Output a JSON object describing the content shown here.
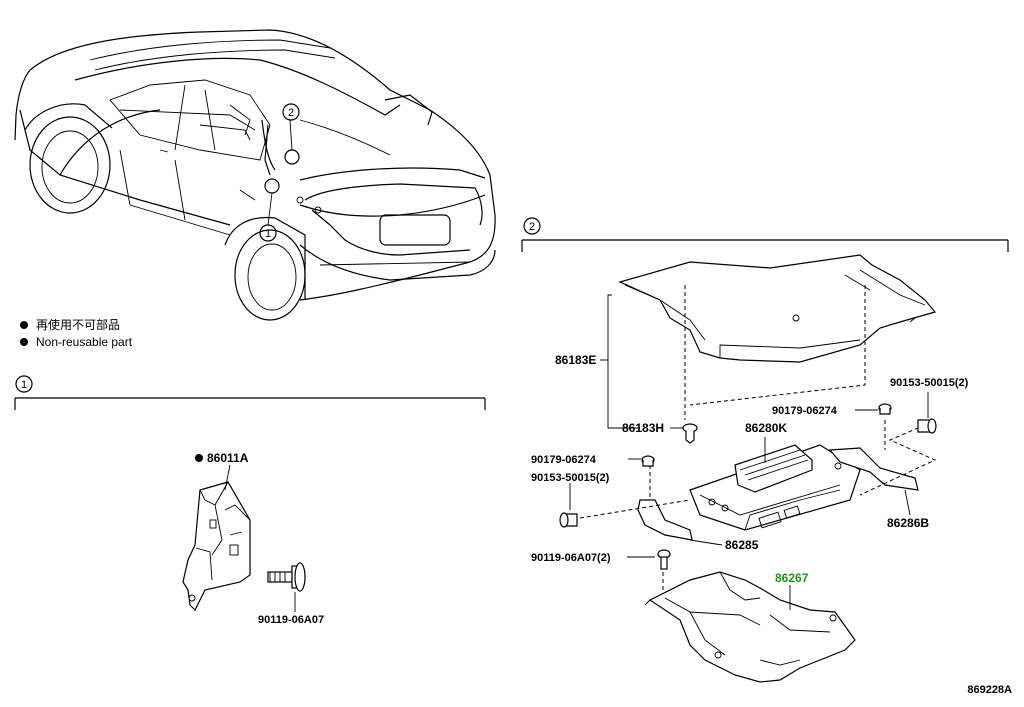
{
  "legend": {
    "jp": "再使用不可部品",
    "en": "Non-reusable part"
  },
  "sections": {
    "one_marker": "1",
    "two_marker": "2"
  },
  "vehicle_callouts": [
    "2",
    "1"
  ],
  "parts": {
    "p86011A": "86011A",
    "p90119_06A07": "90119-06A07",
    "p86183E": "86183E",
    "p86183H": "86183H",
    "p86280K": "86280K",
    "p90179_06274_right": "90179-06274",
    "p90153_50015_right": "90153-50015(2)",
    "p90179_06274_left": "90179-06274",
    "p90153_50015_left": "90153-50015(2)",
    "p86286B": "86286B",
    "p86285": "86285",
    "p90119_06A07_2": "90119-06A07(2)",
    "p86267": "86267"
  },
  "colors": {
    "highlight": "#1a9a1a",
    "ink": "#000000"
  },
  "diagram_id": "869228A"
}
